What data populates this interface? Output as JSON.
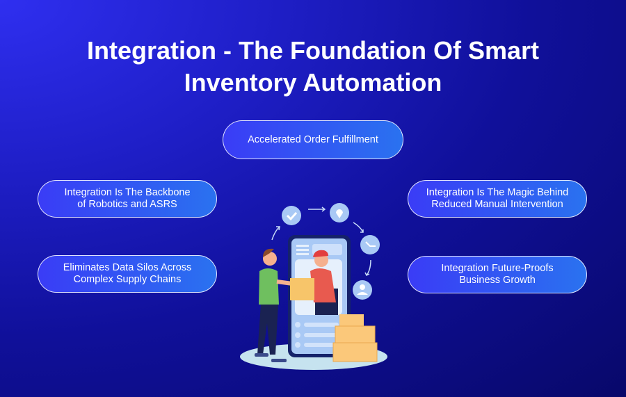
{
  "title": "Integration - The Foundation Of Smart Inventory Automation",
  "items": [
    "Accelerated Order Fulfillment",
    "Integration Is The Backbone of Robotics and ASRS",
    "Integration Is The Magic Behind Reduced Manual Intervention",
    "Eliminates Data Silos Across Complex Supply Chains",
    "Integration Future-Proofs Business Growth"
  ],
  "colors": {
    "pill_start": "#3a3cf6",
    "pill_end": "#2a72f0",
    "background": "#10109a"
  }
}
